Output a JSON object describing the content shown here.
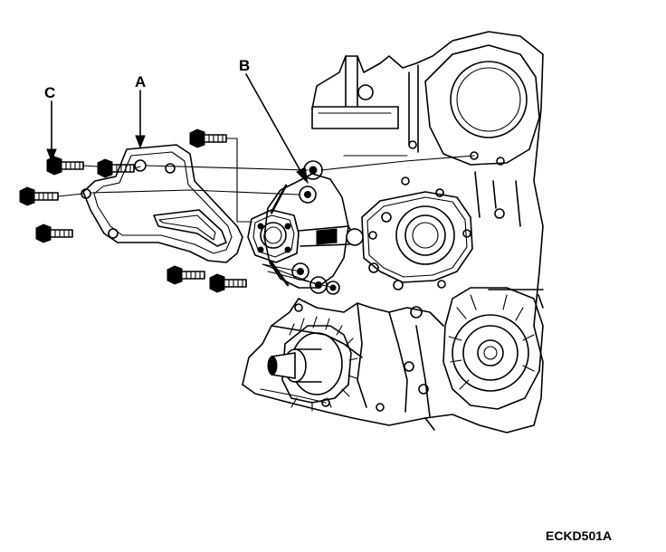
{
  "labels": {
    "a": "A",
    "b": "B",
    "c": "C"
  },
  "figure_id": "ECKD501A"
}
